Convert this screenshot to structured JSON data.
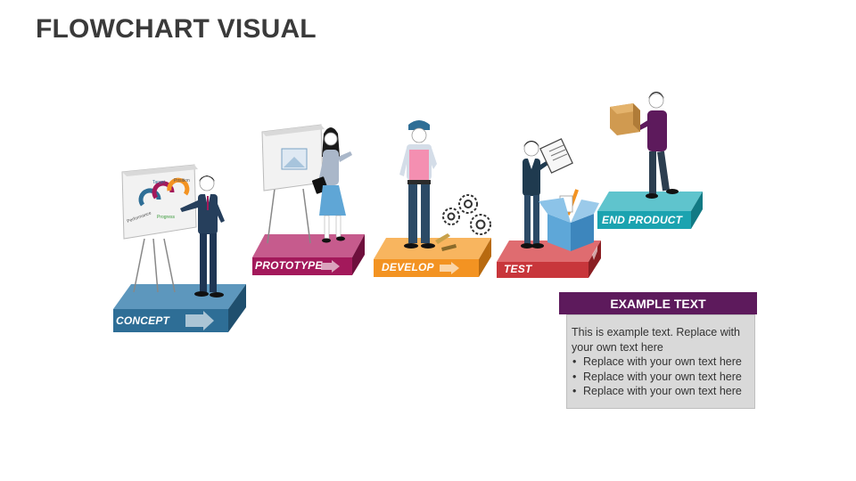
{
  "title": "FLOWCHART VISUAL",
  "steps": [
    {
      "label": "CONCEPT",
      "color": "#2e6e96"
    },
    {
      "label": "PROTOTYPE",
      "color": "#a3195b"
    },
    {
      "label": "DEVELOP",
      "color": "#f39322"
    },
    {
      "label": "TEST",
      "color": "#c8363b"
    },
    {
      "label": "END PRODUCT",
      "color": "#1ba3b0"
    }
  ],
  "flipchart_words": [
    "Target",
    "Position",
    "Performance",
    "Progress"
  ],
  "example": {
    "header": "EXAMPLE TEXT",
    "header_color": "#5d1a5c",
    "paragraph": "This is example text. Replace with your own text here",
    "bullets": [
      "Replace with your own text here",
      "Replace with your own text here",
      "Replace with your own text here"
    ]
  }
}
